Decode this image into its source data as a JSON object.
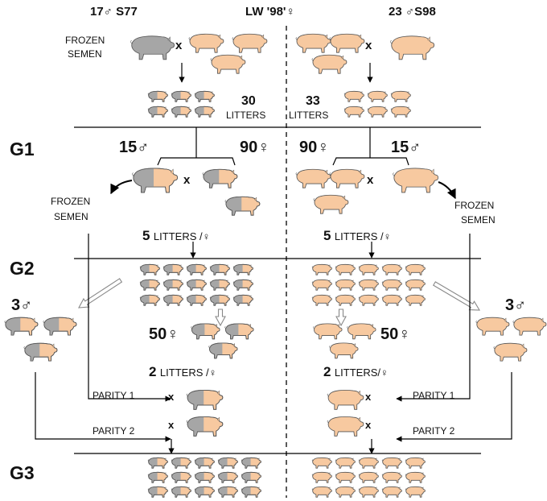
{
  "header": {
    "left": "17♂ S77",
    "center": "LW '98'♀",
    "right": "23 ♂S98"
  },
  "generations": [
    "G1",
    "G2",
    "G3"
  ],
  "labels": {
    "frozen_semen_line1": "FROZEN",
    "frozen_semen_line2": "SEMEN",
    "cross": "x",
    "litters_left_count": "30",
    "litters_right_count": "33",
    "litters_word": "LITTERS",
    "g1_left_males": "15♂",
    "g1_left_females": "90♀",
    "g1_right_females": "90♀",
    "g1_right_males": "15♂",
    "litters_per_female": "LITTERS /♀",
    "litters_per_female_left_num": "5",
    "litters_per_female_right_num": "5",
    "g2_left_males": "3♂",
    "g2_right_males": "3♂",
    "g2_left_females": "50♀",
    "g2_right_females": "50♀",
    "g2_litters_left_num": "2",
    "g2_litters_left_text": "LITTERS /♀",
    "g2_litters_right_num": "2",
    "g2_litters_right_text": "LITTERS/♀",
    "parity_1": "PARITY 1",
    "parity_2": "PARITY 2"
  },
  "colors": {
    "grey_pig": "#a6a6a6",
    "tan_pig": "#f7c9a0",
    "outline": "#555555",
    "line": "#000000"
  }
}
